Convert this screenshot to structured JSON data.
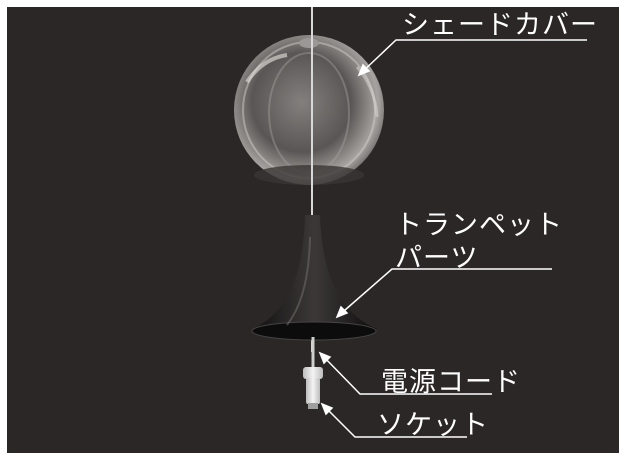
{
  "labels": {
    "shade_cover": "シェードカバー",
    "trumpet_line1": "トランペット",
    "trumpet_line2": "パーツ",
    "power_cord": "電源コード",
    "socket": "ソケット"
  },
  "colors": {
    "background": "#2b2726",
    "text": "#ffffff",
    "leader_line": "#ffffff"
  }
}
